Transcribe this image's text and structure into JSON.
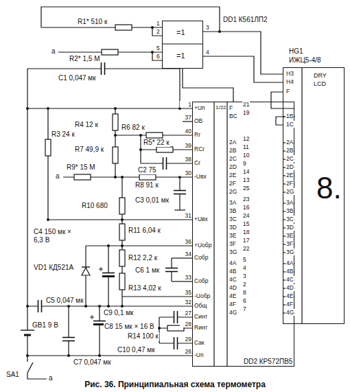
{
  "diagram": {
    "caption": "Рис. 36. Принципиальная схема термометра",
    "nodes": [
      {
        "text": [
          "DD1 К561ЛП2",
          "=1",
          "=1"
        ]
      },
      {
        "text": [
          "DD2 КР572ПВ5",
          "1/22"
        ]
      },
      {
        "text": [
          "HG1",
          "ИЖЦ5-4/8",
          "DRY",
          "LCD",
          "8."
        ]
      }
    ],
    "edges": [
      {
        "from": 0,
        "to": 2,
        "arrow": "none"
      },
      {
        "from": 0,
        "to": 2,
        "arrow": "none"
      },
      {
        "from": 1,
        "to": 0,
        "arrow": "none"
      },
      {
        "from": 1,
        "to": 2,
        "arrow": "none"
      },
      {
        "from": 1,
        "to": 2,
        "arrow": "none"
      },
      {
        "from": 1,
        "to": 2,
        "arrow": "none"
      },
      {
        "from": 1,
        "to": 2,
        "arrow": "none"
      },
      {
        "from": 1,
        "to": 2,
        "arrow": "none"
      },
      {
        "from": 1,
        "to": 2,
        "arrow": "none"
      },
      {
        "from": 1,
        "to": 2,
        "arrow": "none"
      },
      {
        "from": 1,
        "to": 2,
        "arrow": "none"
      },
      {
        "from": 1,
        "to": 2,
        "arrow": "none"
      },
      {
        "from": 1,
        "to": 2,
        "arrow": "none"
      },
      {
        "from": 1,
        "to": 2,
        "arrow": "none"
      },
      {
        "from": 1,
        "to": 2,
        "arrow": "none"
      },
      {
        "from": 1,
        "to": 2,
        "arrow": "none"
      },
      {
        "from": 1,
        "to": 2,
        "arrow": "none"
      },
      {
        "from": 1,
        "to": 2,
        "arrow": "none"
      },
      {
        "from": 1,
        "to": 2,
        "arrow": "none"
      },
      {
        "from": 1,
        "to": 2,
        "arrow": "none"
      },
      {
        "from": 1,
        "to": 2,
        "arrow": "none"
      },
      {
        "from": 1,
        "to": 2,
        "arrow": "none"
      },
      {
        "from": 1,
        "to": 2,
        "arrow": "none"
      },
      {
        "from": 1,
        "to": 2,
        "arrow": "none"
      },
      {
        "from": 1,
        "to": 2,
        "arrow": "none"
      },
      {
        "from": 1,
        "to": 2,
        "arrow": "none"
      },
      {
        "from": 1,
        "to": 2,
        "arrow": "none"
      }
    ],
    "labels": [
      "R1* 510 к",
      "R2* 1,5 М",
      "а",
      "C1 0,047 мк",
      "R3 24 к",
      "R4 12 к",
      "R7 49,9 к",
      "R6 82 к",
      "R5* 22 к",
      "C2 75",
      "R9* 15 М",
      "а",
      "R8 91 к",
      "C3 0,01 мк",
      "R10 680",
      "C4 150 мк × 6,3 В",
      "R11 6,04 к",
      "R12 2,2 к",
      "R13 4,02 к",
      "VD1 КД521А",
      "C6 1 мк",
      "C5 0,047 мк",
      "C9 0,1 мк",
      "C8 15 мк × 16 В",
      "R14 100 к",
      "C10 0,47 мк",
      "GB1 9 В",
      "C7 0,047 мк",
      "SA1",
      "а",
      "1",
      "2",
      "5",
      "6",
      "3",
      "4",
      "1",
      "37",
      "40",
      "39",
      "38",
      "30",
      "31",
      "36",
      "34",
      "33",
      "35",
      "32",
      "27",
      "28",
      "29",
      "26",
      "+Uп",
      "ОВ",
      "Rг",
      "RCг",
      "Cг",
      "-Uвх",
      "+Uвх",
      "+Uобр",
      "Cобр",
      "Cобр",
      "-Uобр",
      "Общ",
      "Cинт",
      "Rинт",
      "Cак",
      "-Uп",
      "F",
      "BC",
      "2A",
      "2B",
      "2C",
      "2D",
      "2E",
      "2F",
      "2G",
      "3A",
      "3B",
      "3C",
      "3D",
      "3E",
      "3F",
      "3G",
      "4A",
      "4B",
      "4C",
      "4D",
      "4E",
      "4F",
      "4G",
      "21",
      "19",
      "12",
      "11",
      "10",
      "9",
      "14",
      "13",
      "25",
      "23",
      "16",
      "24",
      "15",
      "18",
      "17",
      "22",
      "5",
      "4",
      "3",
      "2",
      "8",
      "6",
      "7",
      "H3",
      "H4",
      "F",
      "1B",
      "1C",
      "2A",
      "2B",
      "2C",
      "2D",
      "2E",
      "2F",
      "2G",
      "3A",
      "3B",
      "3C",
      "3D",
      "3E",
      "3F",
      "3G",
      "4A",
      "4B",
      "4C",
      "4D",
      "4E",
      "4F",
      "4G"
    ]
  }
}
